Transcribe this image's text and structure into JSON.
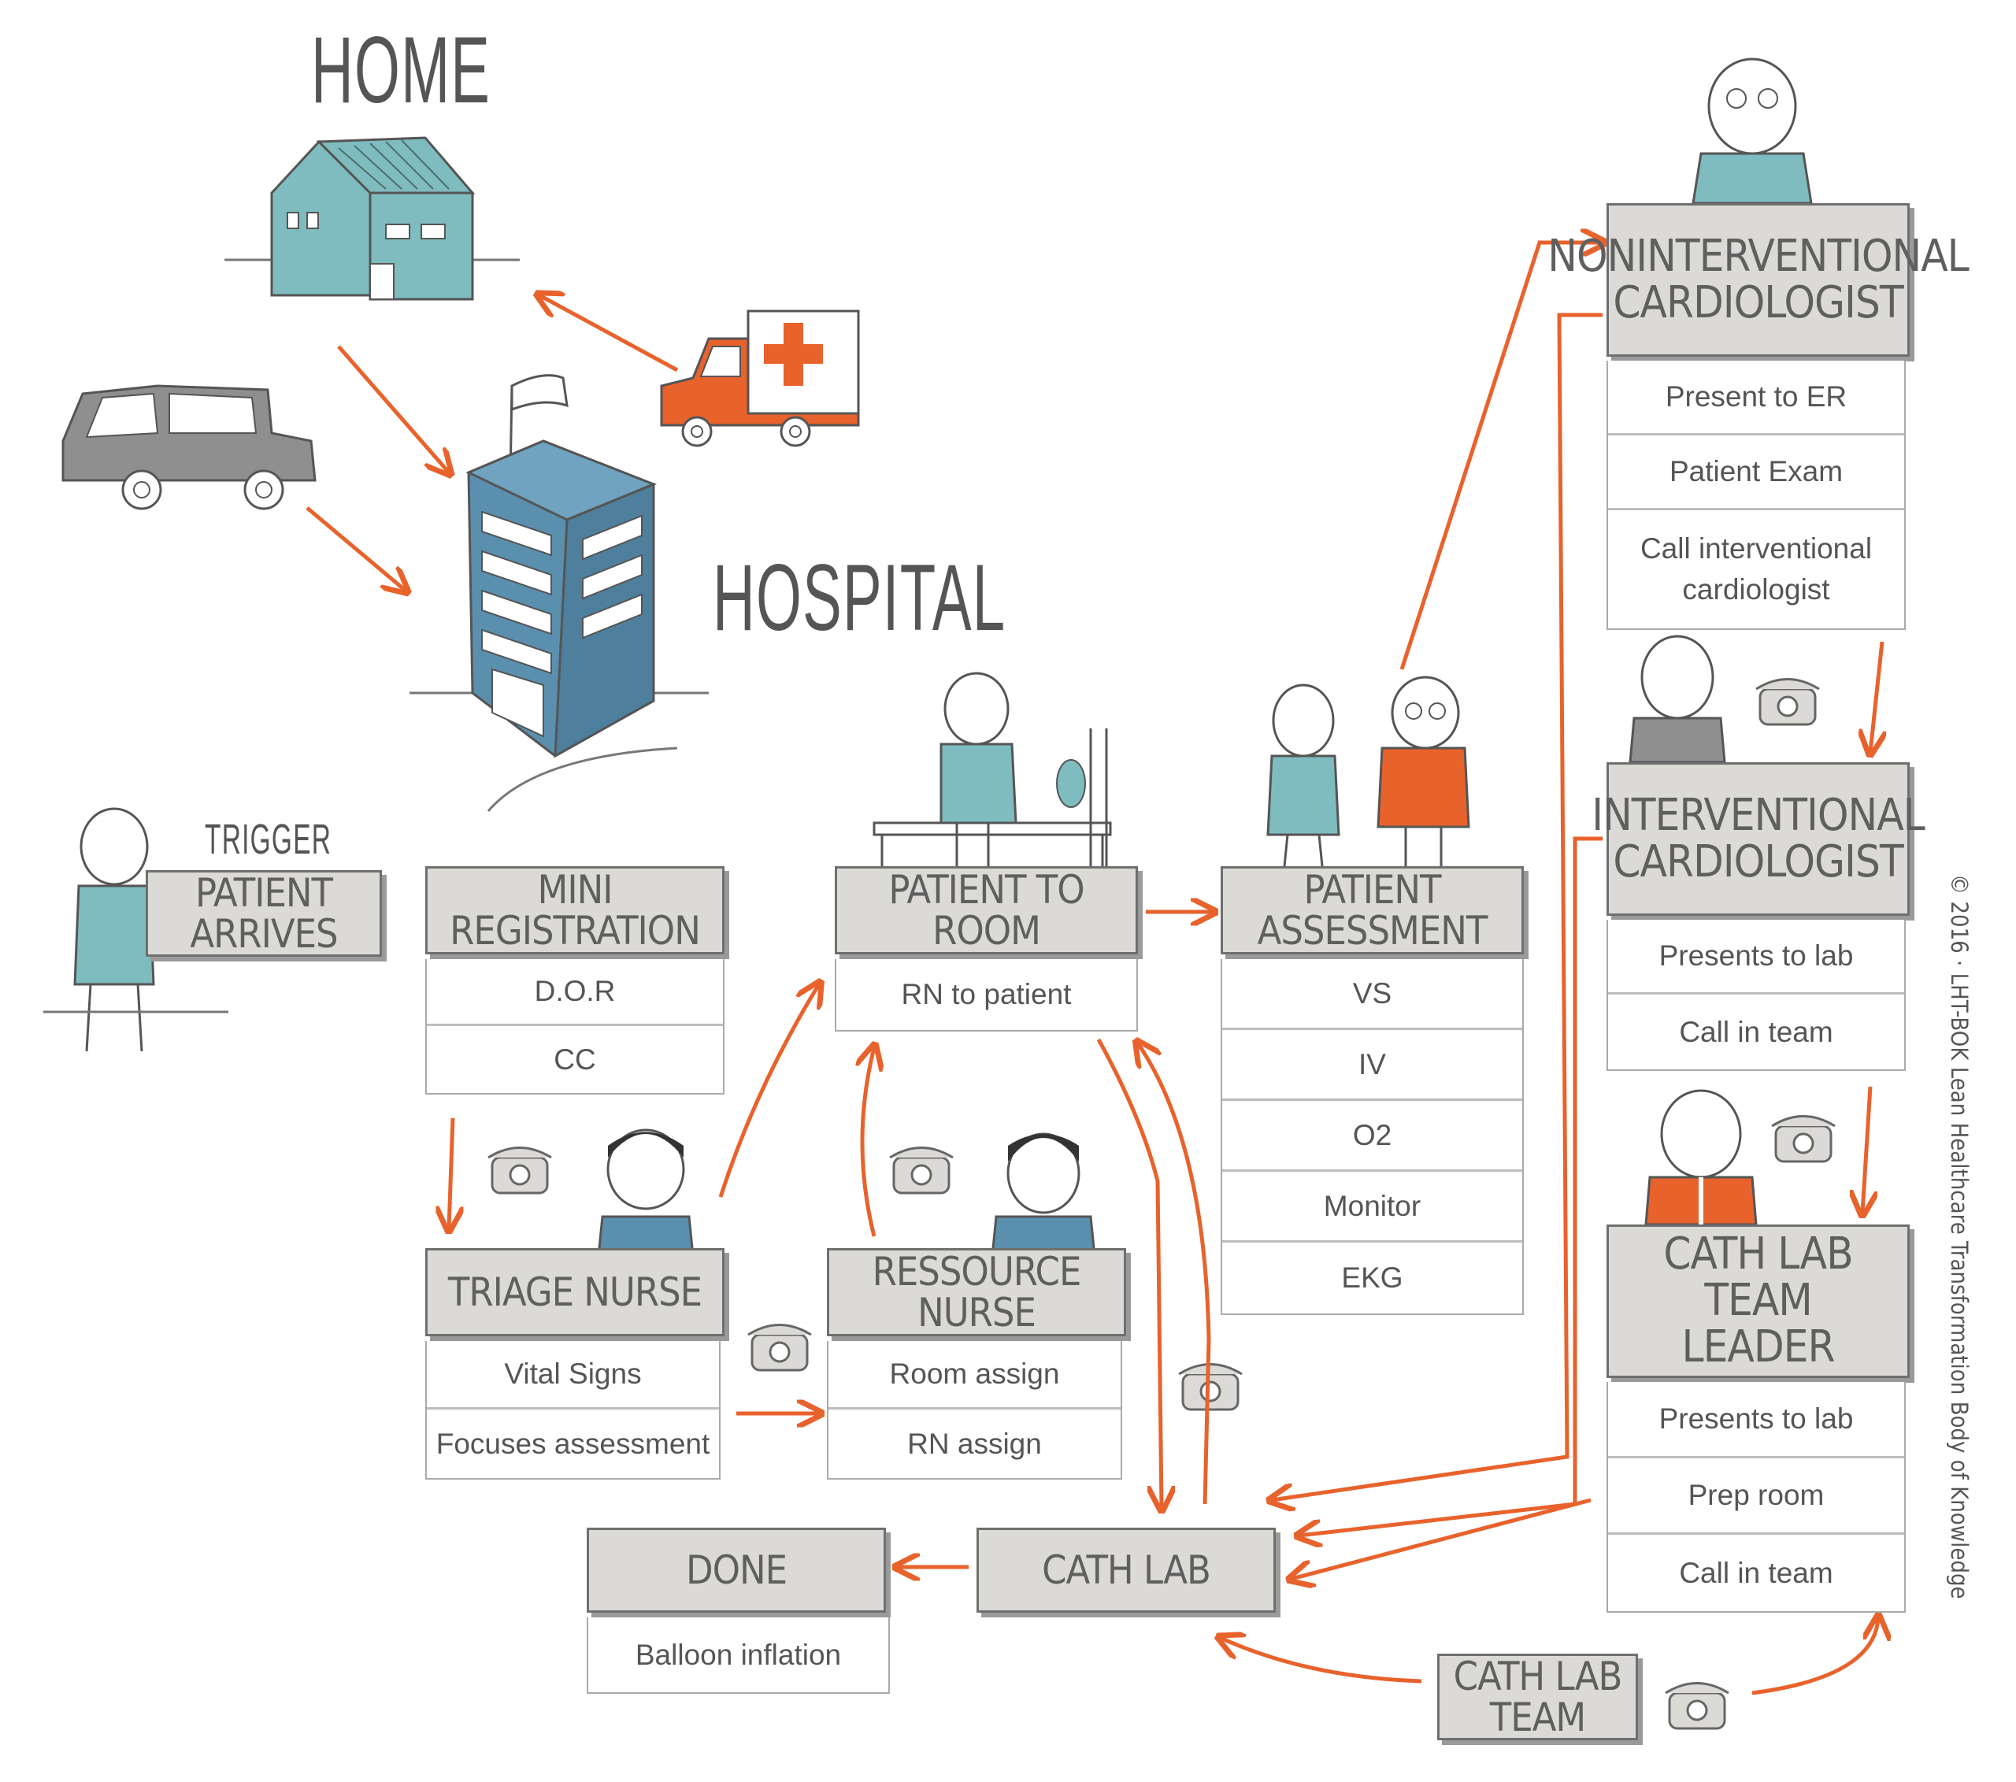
{
  "titles": {
    "home": "HOME",
    "hospital": "HOSPITAL",
    "trigger": "TRIGGER"
  },
  "copyright": "© 2016 · LHT-BOK Lean Healthcare Transformation Body of Knowledge",
  "steps": {
    "patient_arrives": {
      "label": "PATIENT ARRIVES"
    },
    "mini_registration": {
      "label": "MINI REGISTRATION",
      "items": [
        "D.O.R",
        "CC"
      ]
    },
    "triage_nurse": {
      "label": "TRIAGE NURSE",
      "items": [
        "Vital Signs",
        "Focuses assessment"
      ]
    },
    "patient_to_room": {
      "label": "PATIENT TO ROOM",
      "items": [
        "RN to patient"
      ]
    },
    "ressource_nurse": {
      "label": "RESSOURCE NURSE",
      "items": [
        "Room assign",
        "RN assign"
      ]
    },
    "patient_assessment": {
      "label": "PATIENT ASSESSMENT",
      "items": [
        "VS",
        "IV",
        "O2",
        "Monitor",
        "EKG"
      ]
    },
    "nonint_cardiologist": {
      "label": "NONINTERVENTIONAL CARDIOLOGIST",
      "items": [
        "Present to ER",
        "Patient Exam",
        "Call interventional cardiologist"
      ]
    },
    "int_cardiologist": {
      "label": "INTERVENTIONAL CARDIOLOGIST",
      "items": [
        "Presents to lab",
        "Call in team"
      ]
    },
    "cath_lab_team_leader": {
      "label": "CATH LAB TEAM LEADER",
      "items": [
        "Presents to lab",
        "Prep room",
        "Call in team"
      ]
    },
    "cath_lab": {
      "label": "CATH LAB"
    },
    "done": {
      "label": "DONE",
      "items": [
        "Balloon inflation"
      ]
    },
    "cath_lab_team": {
      "label": "CATH LAB TEAM"
    }
  },
  "colors": {
    "teal": "#7fbcbf",
    "hospital_blue": "#5b8fae",
    "orange": "#e8622c",
    "box_gray": "#dcdad6",
    "car_gray": "#8f8f8f"
  },
  "icons": [
    "house-icon",
    "ambulance-icon",
    "car-icon",
    "hospital-building-icon",
    "telephone-icon",
    "patient-figure",
    "nurse-figure",
    "doctor-figure",
    "bed-icon"
  ]
}
